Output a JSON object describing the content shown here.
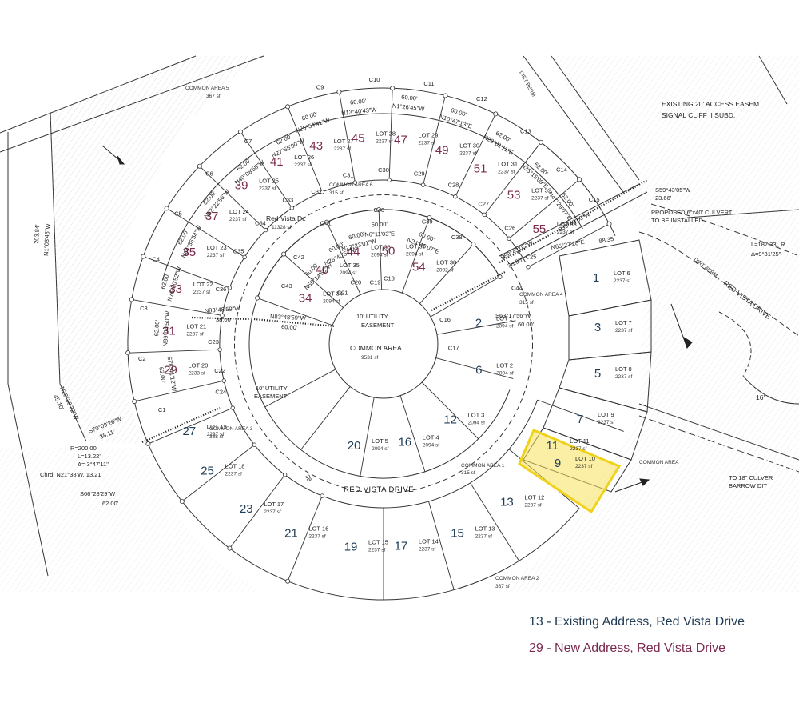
{
  "colors": {
    "existing": "#1f3b55",
    "new": "#7a2a4e",
    "highlight": "#f6e25a"
  },
  "legend": {
    "existing": "13 - Existing Address, Red Vista Drive",
    "new": "29 - New Address, Red Vista Drive"
  },
  "notes": {
    "existing_easement_1": "EXISTING 20' ACCESS EASEM",
    "existing_easement_2": "SIGNAL CLIFF II SUBD.",
    "culvert_1": "PROPOSED 6\"x40' CULVERT",
    "culvert_2": "TO BE INSTALLED",
    "culvert_18_1": "TO 18\" CULVER",
    "culvert_18_2": "BARROW DIT",
    "dirt_berm_top": "DIRT BERM",
    "dirt_berm_right": "DIRT BERM",
    "red_vista_dr_right": "RED VISTA DRIVE",
    "curve_right_1": "L=187.33', R",
    "curve_right_2": "Δ=9°31'25\"",
    "common_area_right": "COMMON AREA",
    "sixteen": "16'",
    "road_main": "RED VISTA DRIVE",
    "road_38": "38'",
    "red_vista_dr": "Red Vista Dr.",
    "red_vista_dr_sf": "11328 sf",
    "utility_easement_inner_1": "10' UTILITY",
    "utility_easement_inner_2": "EASEMENT",
    "utility_easement_outer_1": "10' UTILITY",
    "utility_easement_outer_2": "EASEMENT",
    "common_area_center": "COMMON AREA",
    "common_area_center_sf": "9531 sf",
    "ca1": "COMMON AREA 1",
    "ca1_sf": "315 sf",
    "ca2": "COMMON AREA 2",
    "ca2_sf": "367 sf",
    "ca3": "COMMON AREA 3",
    "ca3_sf": "368 sf",
    "ca4": "COMMON AREA 4",
    "ca4_sf": "315 sf",
    "ca5": "COMMON AREA 5",
    "ca5_sf": "367 sf",
    "ca6": "COMMON AREA 6",
    "ca6_sf": "315 sf"
  },
  "survey": {
    "b_left_edge": "N1°03'45\"W",
    "b_left_edge_d": "203.84'",
    "b_left_lower": "N28°39'32\"W",
    "b_left_lower_d": "45.10'",
    "b_s70": "S70°09'26\"W",
    "b_s70_d": "38.11'",
    "curve_r": "R=200.00'",
    "curve_l": "L=13.22'",
    "curve_delta": "Δ= 3°47'11\"",
    "curve_chord": "Chrd: N21°38'W, 13.21",
    "b_s66": "S66°28'29\"W",
    "b_s66_d": "62.00'",
    "b_s59_top": "S59°43'05\"W",
    "b_s59_top_d": "23.66'",
    "b_s59_mid": "S59°43'05\"W",
    "b_n65": "N65°27'28\"E",
    "b_n65_d": "88.35'",
    "b_s59_low": "S59°43'05\"W",
    "b_s59_low_d": "38.00'",
    "b_s63": "S63°17'56\"W",
    "b_s63_d": "60.00'",
    "b_n83_outer": "N83°48'59\"W",
    "b_n83_outer_d": "38.00'",
    "b_n83_inner": "N83°48'59\"W",
    "b_n83_inner_d": "60.00'",
    "b_n89": "N89°04'50\"W",
    "b_n89_d": "62.00'",
    "b_s78": "S78°41'12\"W",
    "b_s78_d": "62.00'",
    "b_n76": "N76°50'52\"W",
    "b_n76_d": "62.00'",
    "b_n64": "N64°36'54\"W",
    "b_n64_d": "62.00'",
    "b_n52": "N52°22'56\"W",
    "b_n52_d": "62.00'",
    "b_n40": "N40°08'58\"W",
    "b_n40_d": "62.00'",
    "b_n27": "N27°55'00\"W",
    "b_n27_d": "62.00'",
    "b_n25": "N25°54'41\"W",
    "b_n25_d": "60.00'",
    "b_n13": "N13°40'43\"W",
    "b_n13_d": "60.00'",
    "b_n1": "N1°26'45\"W",
    "b_n1_d": "60.00'",
    "b_n10": "N10°47'13\"E",
    "b_n10_d": "60.00'",
    "b_n23": "N23°01'11\"E",
    "b_n23_d": "62.00'",
    "b_n35": "N35°15'09\"E",
    "b_n35_d": "62.00'",
    "b_n47": "N47°29'07\"E",
    "b_n47_d": "62.00'",
    "b_n26": "N26°40'51\"W",
    "b_n26_d": "60.00'",
    "b_n22": "N22°23'01\"W",
    "b_n22_d": "60.00'",
    "b_n6": "N6°11'03\"E",
    "b_n6_d": "60.00'",
    "b_n24": "N24°45'07\"E",
    "b_n24_d": "60.00'",
    "b_n55": "N55°14'55\"W",
    "b_n55_d": "60.00'"
  },
  "curves": {
    "C1": "C1",
    "C2": "C2",
    "C3": "C3",
    "C4": "C4",
    "C5": "C5",
    "C6": "C6",
    "C7": "C7",
    "C9": "C9",
    "C10": "C10",
    "C11": "C11",
    "C12": "C12",
    "C13": "C13",
    "C14": "C14",
    "C15": "C15",
    "C16": "C16",
    "C17": "C17",
    "C18": "C18",
    "C19": "C19",
    "C20": "C20",
    "C21": "C21",
    "C22": "C22",
    "C23": "C23",
    "C24": "C24",
    "C25": "C25",
    "C26": "C26",
    "C27": "C27",
    "C28": "C28",
    "C29": "C29",
    "C30": "C30",
    "C31": "C31",
    "C32": "C32",
    "C33": "C33",
    "C34": "C34",
    "C35": "C35",
    "C36": "C36",
    "C38": "C38",
    "C39": "C39",
    "C40": "C40",
    "C41": "C41",
    "C42": "C42",
    "C43": "C43",
    "C44": "C44"
  },
  "lots": [
    {
      "id": "lot1",
      "name": "LOT 1",
      "sf": "2094 sf",
      "num": "2",
      "kind": "existing"
    },
    {
      "id": "lot2",
      "name": "LOT 2",
      "sf": "2094 sf",
      "num": "6",
      "kind": "existing"
    },
    {
      "id": "lot3",
      "name": "LOT 3",
      "sf": "2094 sf",
      "num": "12",
      "kind": "existing"
    },
    {
      "id": "lot4",
      "name": "LOT 4",
      "sf": "2094 sf",
      "num": "16",
      "kind": "existing"
    },
    {
      "id": "lot5",
      "name": "LOT 5",
      "sf": "2094 sf",
      "num": "20",
      "kind": "existing"
    },
    {
      "id": "lot6",
      "name": "LOT 6",
      "sf": "2237 sf",
      "num": "1",
      "kind": "existing"
    },
    {
      "id": "lot7",
      "name": "LOT 7",
      "sf": "2237 sf",
      "num": "3",
      "kind": "existing"
    },
    {
      "id": "lot8",
      "name": "LOT 8",
      "sf": "2237 sf",
      "num": "5",
      "kind": "existing"
    },
    {
      "id": "lot9",
      "name": "LOT 9",
      "sf": "2237 sf",
      "num": "7",
      "kind": "existing"
    },
    {
      "id": "lot10",
      "name": "LOT 10",
      "sf": "2237 sf",
      "num": "9",
      "kind": "existing"
    },
    {
      "id": "lot11",
      "name": "LOT 11",
      "sf": "2237 sf",
      "num": "11",
      "kind": "existing"
    },
    {
      "id": "lot12",
      "name": "LOT 12",
      "sf": "2237 sf",
      "num": "13",
      "kind": "existing"
    },
    {
      "id": "lot13",
      "name": "LOT 13",
      "sf": "2237 sf",
      "num": "15",
      "kind": "existing"
    },
    {
      "id": "lot14",
      "name": "LOT 14",
      "sf": "2237 sf",
      "num": "17",
      "kind": "existing"
    },
    {
      "id": "lot15",
      "name": "LOT 15",
      "sf": "2237 sf",
      "num": "19",
      "kind": "existing"
    },
    {
      "id": "lot16",
      "name": "LOT 16",
      "sf": "2237 sf",
      "num": "21",
      "kind": "existing"
    },
    {
      "id": "lot17",
      "name": "LOT 17",
      "sf": "2237 sf",
      "num": "23",
      "kind": "existing"
    },
    {
      "id": "lot18",
      "name": "LOT 18",
      "sf": "2237 sf",
      "num": "25",
      "kind": "existing"
    },
    {
      "id": "lot19",
      "name": "LOT 19",
      "sf": "2237 sf",
      "num": "27",
      "kind": "existing"
    },
    {
      "id": "lot20",
      "name": "LOT 20",
      "sf": "2233 sf",
      "num": "29",
      "kind": "new"
    },
    {
      "id": "lot21",
      "name": "LOT 21",
      "sf": "2237 sf",
      "num": "31",
      "kind": "new"
    },
    {
      "id": "lot22",
      "name": "LOT 22",
      "sf": "2237 sf",
      "num": "33",
      "kind": "new"
    },
    {
      "id": "lot23",
      "name": "LOT 23",
      "sf": "2237 sf",
      "num": "35",
      "kind": "new"
    },
    {
      "id": "lot24",
      "name": "LOT 24",
      "sf": "2237 sf",
      "num": "37",
      "kind": "new"
    },
    {
      "id": "lot25",
      "name": "LOT 25",
      "sf": "2237 sf",
      "num": "39",
      "kind": "new"
    },
    {
      "id": "lot26",
      "name": "LOT 26",
      "sf": "2237 sf",
      "num": "41",
      "kind": "new"
    },
    {
      "id": "lot27",
      "name": "LOT 27",
      "sf": "2237 sf",
      "num": "43",
      "kind": "new"
    },
    {
      "id": "lot28",
      "name": "LOT 28",
      "sf": "2237 sf",
      "num": "45",
      "kind": "new"
    },
    {
      "id": "lot29",
      "name": "LOT 29",
      "sf": "2237 sf",
      "num": "47",
      "kind": "new"
    },
    {
      "id": "lot30",
      "name": "LOT 30",
      "sf": "2237 sf",
      "num": "49",
      "kind": "new"
    },
    {
      "id": "lot31",
      "name": "LOT 31",
      "sf": "2237 sf",
      "num": "51",
      "kind": "new"
    },
    {
      "id": "lot32",
      "name": "LOT 32",
      "sf": "2237 sf",
      "num": "53",
      "kind": "new"
    },
    {
      "id": "lot33",
      "name": "LOT 33",
      "sf": "2237 sf",
      "num": "55",
      "kind": "new"
    },
    {
      "id": "lot34",
      "name": "LOT 34",
      "sf": "2094 sf",
      "num": "34",
      "kind": "new"
    },
    {
      "id": "lot35",
      "name": "LOT 35",
      "sf": "2094 sf",
      "num": "40",
      "kind": "new"
    },
    {
      "id": "lot36",
      "name": "LOT 36",
      "sf": "2094 sf",
      "num": "44",
      "kind": "new"
    },
    {
      "id": "lot37",
      "name": "LOT 37",
      "sf": "2094 sf",
      "num": "50",
      "kind": "new"
    },
    {
      "id": "lot38",
      "name": "LOT 38",
      "sf": "2092 sf",
      "num": "54",
      "kind": "new"
    }
  ]
}
